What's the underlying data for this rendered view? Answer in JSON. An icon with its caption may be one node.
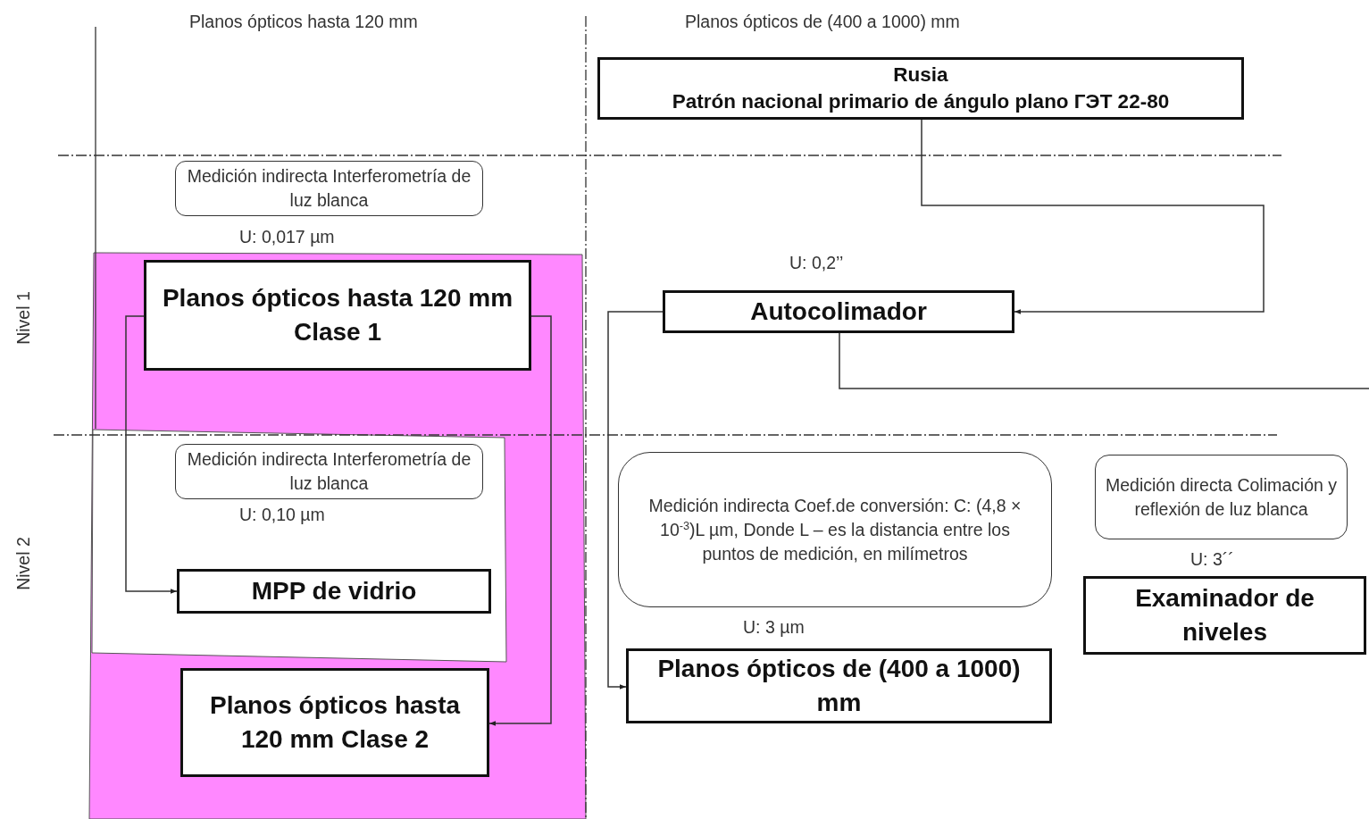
{
  "diagram": {
    "nodes": [
      {
        "text": [
          "Rusia",
          "Patrón nacional primario de ángulo plano ГЭТ 22-80"
        ]
      },
      {
        "text": [
          "Medición indirecta Interferometría de luz blanca"
        ]
      },
      {
        "text": [
          "Planos ópticos hasta 120 mm Clase 1"
        ]
      },
      {
        "text": [
          "Medición indirecta Interferometría de luz blanca"
        ]
      },
      {
        "text": [
          "MPP de vidrio"
        ]
      },
      {
        "text": [
          "Planos ópticos hasta 120 mm Clase 2"
        ]
      },
      {
        "text": [
          "Autocolimador"
        ]
      },
      {
        "text": [
          "Medición indirecta Coef.de conversión: C: (4,8 × 10$^{-3}$)L µm, Donde L – es la distancia entre los puntos de medición, en milímetros"
        ]
      },
      {
        "text": [
          "Medición directa Colimación y reflexión de luz blanca"
        ]
      },
      {
        "text": [
          "Examinador de niveles"
        ]
      },
      {
        "text": [
          "Planos ópticos de (400 a 1000) mm"
        ]
      }
    ],
    "edges": [
      {
        "from": 0,
        "to": 6,
        "arrow": "to"
      },
      {
        "from": 6,
        "to": 10,
        "arrow": "to"
      },
      {
        "from": 6,
        "to": null,
        "arrow": "none"
      },
      {
        "from": 2,
        "to": 4,
        "arrow": "to"
      },
      {
        "from": 2,
        "to": 5,
        "arrow": "to"
      }
    ],
    "labels": [
      "Planos ópticos hasta 120 mm",
      "Planos ópticos de (400 a 1000) mm",
      "U: 0,017 µm",
      "U: 0,2’’",
      "Nivel 1",
      "U: 0,10 µm",
      "Nivel 2",
      "U: 3´´",
      "U: 3 µm"
    ]
  }
}
